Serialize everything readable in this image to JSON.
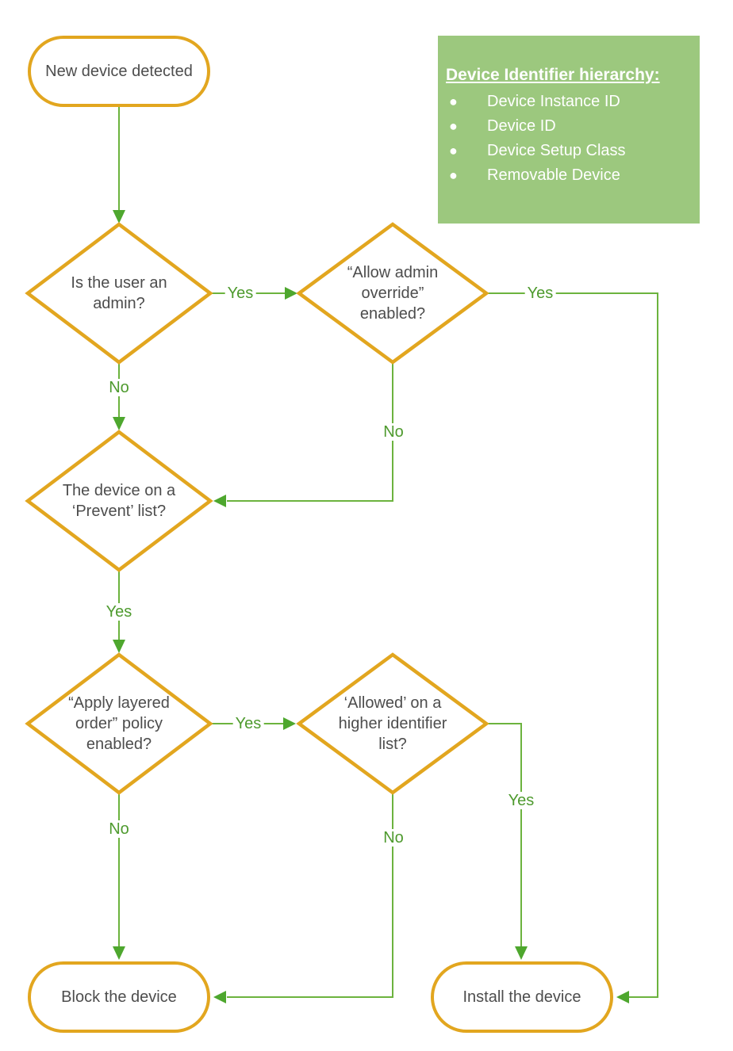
{
  "palette": {
    "orange": "#E2A61F",
    "line_green": "#6CB33E",
    "arrow_green": "#4EA72E",
    "label_green": "#4E9A2E",
    "legend_green": "#9CC87E",
    "node_text": "#4D4D4D",
    "legend_text": "#FFFFFF"
  },
  "nodes": {
    "start": {
      "label": "New device detected"
    },
    "admin": {
      "label": "Is the user an admin?"
    },
    "override": {
      "label": "“Allow admin override” enabled?"
    },
    "prevent": {
      "label": "The device on a ‘Prevent’ list?"
    },
    "layered": {
      "label": "“Apply layered order” policy enabled?"
    },
    "allowed": {
      "label": "‘Allowed’ on a higher identifier list?"
    },
    "block": {
      "label": "Block the device"
    },
    "install": {
      "label": "Install the device"
    }
  },
  "edges": {
    "admin_yes": "Yes",
    "admin_no": "No",
    "override_yes": "Yes",
    "override_no": "No",
    "prevent_yes": "Yes",
    "layered_yes": "Yes",
    "layered_no": "No",
    "allowed_yes": "Yes",
    "allowed_no": "No"
  },
  "legend": {
    "title": "Device Identifier hierarchy:",
    "items": [
      "Device Instance ID",
      "Device ID",
      "Device Setup Class",
      "Removable Device"
    ],
    "bullet": "●"
  }
}
